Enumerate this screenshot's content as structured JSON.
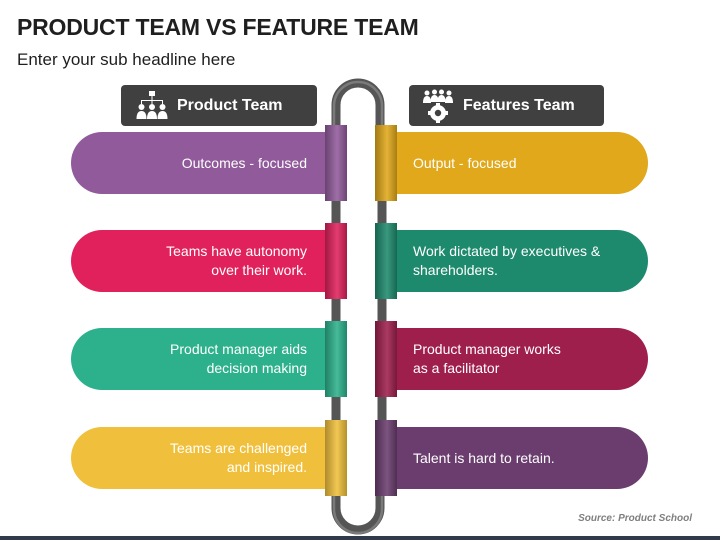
{
  "title": "PRODUCT TEAM VS FEATURE TEAM",
  "subtitle": "Enter your sub headline here",
  "left_header": {
    "label": "Product Team",
    "icon": "org-hierarchy-icon"
  },
  "right_header": {
    "label": "Features Team",
    "icon": "team-gear-icon"
  },
  "rows": [
    {
      "left": {
        "text": "Outcomes - focused",
        "color": "#915b9b"
      },
      "right": {
        "text": "Output - focused",
        "color": "#e0a81a"
      }
    },
    {
      "left": {
        "text": "Teams have autonomy over their work.",
        "color": "#e0215c"
      },
      "right": {
        "text": "Work dictated by executives & shareholders.",
        "color": "#1e8a6d"
      }
    },
    {
      "left": {
        "text": "Product manager aids decision making",
        "color": "#2cb18c"
      },
      "right": {
        "text": "Product manager works as a facilitator",
        "color": "#9e1f4c"
      }
    },
    {
      "left": {
        "text": "Teams are challenged and inspired.",
        "color": "#f0c03c"
      },
      "right": {
        "text": "Talent is hard to retain.",
        "color": "#6a3d6e"
      }
    }
  ],
  "source": "Source: Product School",
  "colors": {
    "header_bg": "#404040",
    "chain": "#555555"
  }
}
